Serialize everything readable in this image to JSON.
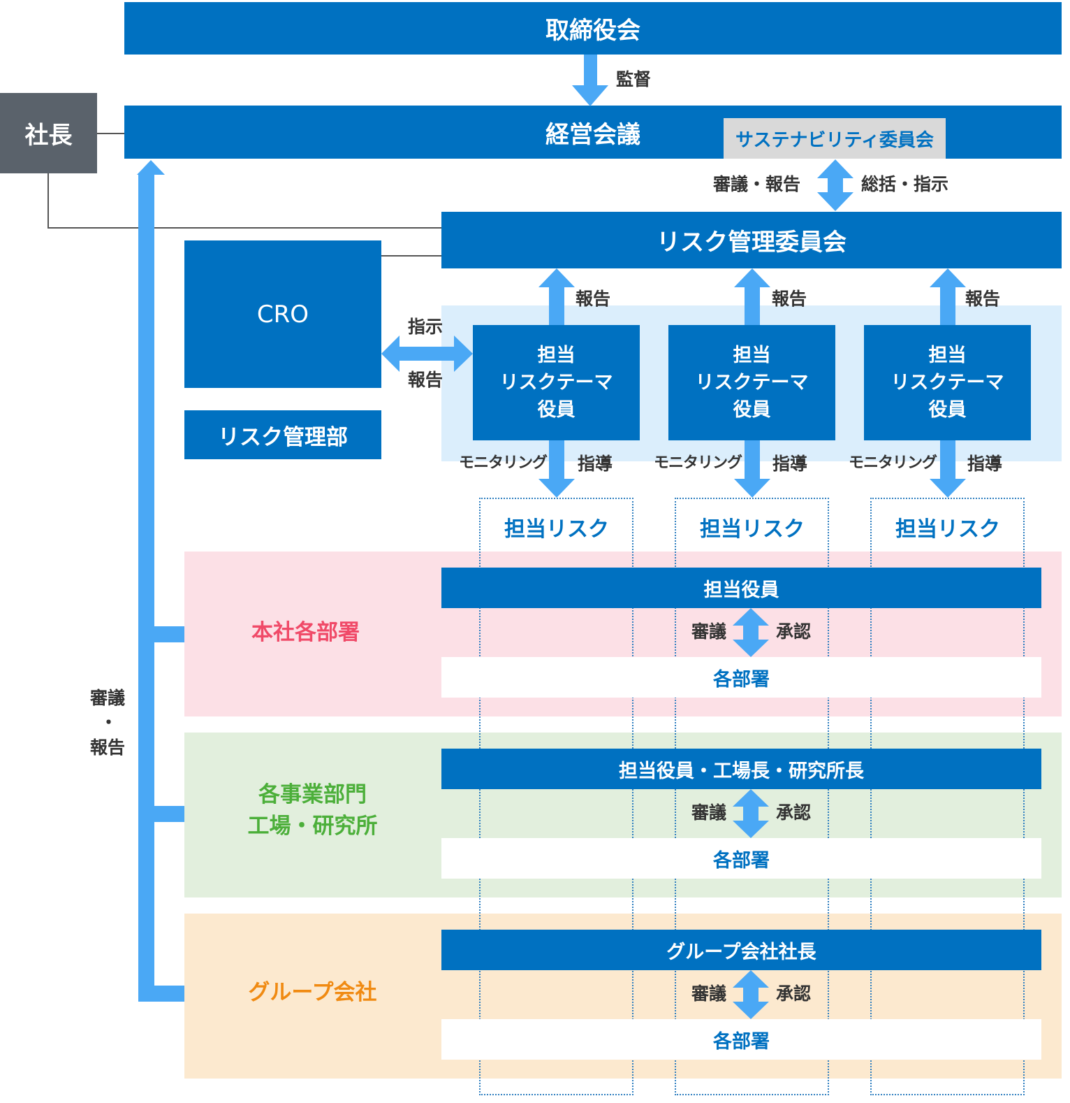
{
  "board": {
    "label": "取締役会"
  },
  "supervision": {
    "label": "監督"
  },
  "president": {
    "label": "社長"
  },
  "management_meeting": {
    "label": "経営会議"
  },
  "sustainability_committee": {
    "label": "サステナビリティ委員会"
  },
  "sustain_arrow": {
    "left_label": "審議・報告",
    "right_label": "総括・指示"
  },
  "risk_committee": {
    "label": "リスク管理委員会"
  },
  "cro": {
    "label": "CRO"
  },
  "risk_dept": {
    "label": "リスク管理部"
  },
  "cro_arrow": {
    "top_label": "指示",
    "bottom_label": "報告"
  },
  "theme_officers": [
    {
      "label": "担当\nリスクテーマ\n役員",
      "report_label": "報告",
      "monitor_label": "モニタリング",
      "guide_label": "指導",
      "risk_label": "担当リスク"
    },
    {
      "label": "担当\nリスクテーマ\n役員",
      "report_label": "報告",
      "monitor_label": "モニタリング",
      "guide_label": "指導",
      "risk_label": "担当リスク"
    },
    {
      "label": "担当\nリスクテーマ\n役員",
      "report_label": "報告",
      "monitor_label": "モニタリング",
      "guide_label": "指導",
      "risk_label": "担当リスク"
    }
  ],
  "left_arrow_label": {
    "top": "審議",
    "dot": "・",
    "bottom": "報告"
  },
  "sections": [
    {
      "dept": "本社各部署",
      "head": "担当役員",
      "left": "審議",
      "right": "承認",
      "sub": "各部署",
      "color": "#f04a68",
      "bg": "#fce0e6"
    },
    {
      "dept": "各事業部門\n工場・研究所",
      "head": "担当役員・工場長・研究所長",
      "left": "審議",
      "right": "承認",
      "sub": "各部署",
      "color": "#4caf3a",
      "bg": "#e2efdd"
    },
    {
      "dept": "グループ会社",
      "head": "グループ会社社長",
      "left": "審議",
      "right": "承認",
      "sub": "各部署",
      "color": "#f08a12",
      "bg": "#fce9cf"
    }
  ],
  "colors": {
    "primary": "#0071c1",
    "arrow": "#4aa8f5",
    "president": "#5a626b",
    "sustain_bg": "#d9d9d9",
    "light_blue": "#dbeefc"
  }
}
